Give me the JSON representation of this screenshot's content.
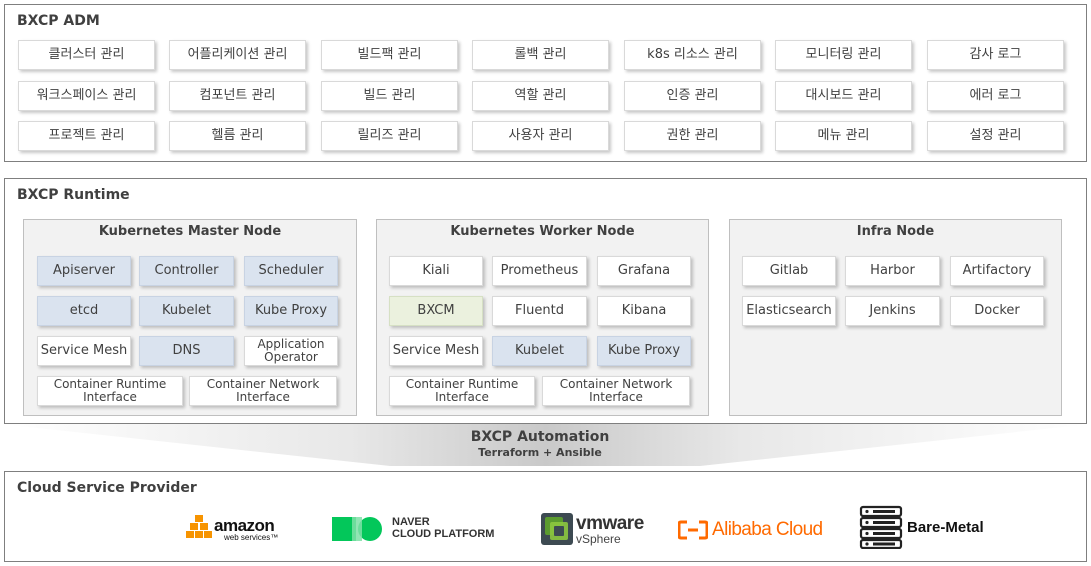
{
  "adm": {
    "title": "BXCP ADM",
    "rows": [
      [
        "클러스터 관리",
        "어플리케이션 관리",
        "빌드팩 관리",
        "롤백 관리",
        "k8s 리소스 관리",
        "모니터링 관리",
        "감사 로그"
      ],
      [
        "워크스페이스 관리",
        "컴포넌트 관리",
        "빌드 관리",
        "역할 관리",
        "인증 관리",
        "대시보드 관리",
        "에러 로그"
      ],
      [
        "프로젝트 관리",
        "헬름 관리",
        "릴리즈 관리",
        "사용자 관리",
        "권한 관리",
        "메뉴 관리",
        "설정 관리"
      ]
    ]
  },
  "runtime": {
    "title": "BXCP Runtime",
    "master": {
      "title": "Kubernetes Master Node",
      "rows": [
        [
          "Apiserver",
          "Controller",
          "Scheduler"
        ],
        [
          "etcd",
          "Kubelet",
          "Kube Proxy"
        ],
        [
          "Service Mesh",
          "DNS",
          "Application Operator"
        ]
      ],
      "interfaces": [
        "Container Runtime Interface",
        "Container Network Interface"
      ]
    },
    "worker": {
      "title": "Kubernetes Worker Node",
      "rows": [
        [
          "Kiali",
          "Prometheus",
          "Grafana"
        ],
        [
          "BXCM",
          "Fluentd",
          "Kibana"
        ],
        [
          "Service Mesh",
          "Kubelet",
          "Kube Proxy"
        ]
      ],
      "interfaces": [
        "Container Runtime Interface",
        "Container Network Interface"
      ]
    },
    "infra": {
      "title": "Infra Node",
      "rows": [
        [
          "Gitlab",
          "Harbor",
          "Artifactory"
        ],
        [
          "Elasticsearch",
          "Jenkins",
          "Docker"
        ]
      ]
    }
  },
  "automation": {
    "title": "BXCP Automation",
    "subtitle": "Terraform + Ansible"
  },
  "csp": {
    "title": "Cloud Service Provider",
    "providers": {
      "amazon": {
        "line1": "amazon",
        "line2": "web services",
        "tm": "™",
        "icon": "aws-boxes-icon",
        "color": "#f79400"
      },
      "naver": {
        "line1": "NAVER",
        "line2": "CLOUD PLATFORM",
        "icon": "naver-cloud-icon",
        "color": "#03c75a"
      },
      "vmware": {
        "line1": "vmware",
        "line2": "vSphere",
        "icon": "vsphere-icon"
      },
      "alibaba": {
        "name": "Alibaba Cloud",
        "icon": "alibaba-bracket-icon",
        "color": "#ff6a00"
      },
      "baremetal": {
        "name": "Bare-Metal",
        "icon": "server-rack-icon"
      }
    }
  },
  "colors": {
    "highlight_blue": "#dae3ef",
    "highlight_green": "#ebf1de",
    "node_bg": "#f2f2f2"
  }
}
